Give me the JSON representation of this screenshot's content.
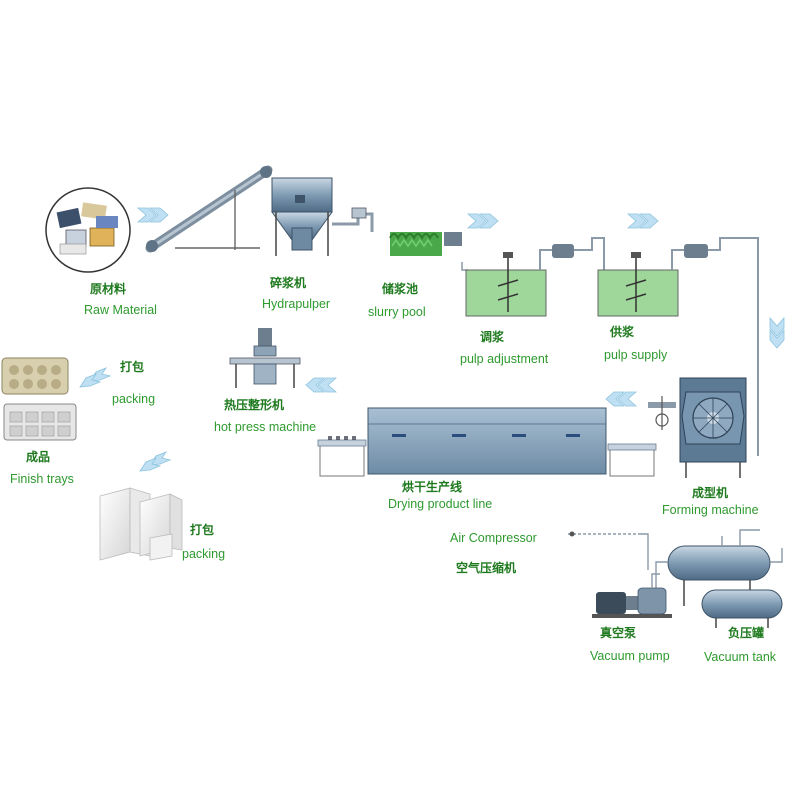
{
  "colors": {
    "label_green": "#2e9a2e",
    "label_dark_green": "#1f7a1f",
    "arrow_blue": "#a9d4ec",
    "machine_blue": "#6f8ea8",
    "water_green": "#8fd08a",
    "pipe_gray": "#8a9aa8"
  },
  "stations": {
    "raw_material": {
      "zh": "原材料",
      "en": "Raw Material"
    },
    "hydrapulper": {
      "zh": "碎浆机",
      "en": "Hydrapulper"
    },
    "slurry_pool": {
      "zh": "储浆池",
      "en": "slurry pool"
    },
    "pulp_adjustment": {
      "zh": "调浆",
      "en": "pulp adjustment"
    },
    "pulp_supply": {
      "zh": "供浆",
      "en": "pulp supply"
    },
    "forming_machine": {
      "zh": "成型机",
      "en": "Forming machine"
    },
    "drying_line": {
      "zh": "烘干生产线",
      "en": "Drying product line"
    },
    "hot_press": {
      "zh": "热压整形机",
      "en": "hot press machine"
    },
    "packing_top": {
      "zh": "打包",
      "en": "packing"
    },
    "finish_trays": {
      "zh": "成品",
      "en": "Finish trays"
    },
    "packing_bottom": {
      "zh": "打包",
      "en": "packing"
    },
    "air_compressor": {
      "zh": "空气压缩机",
      "en": "Air Compressor"
    },
    "vacuum_pump": {
      "zh": "真空泵",
      "en": "Vacuum pump"
    },
    "vacuum_tank": {
      "zh": "负压罐",
      "en": "Vacuum tank"
    }
  },
  "icons": [
    "raw-material-image",
    "conveyor-icon",
    "hydrapulper-icon",
    "slurry-pool-icon",
    "mixing-tank-icon",
    "forming-machine-icon",
    "drying-line-icon",
    "hot-press-icon",
    "egg-tray-stack-icon",
    "packed-boxes-icon",
    "air-compressor-icon",
    "vacuum-pump-icon",
    "vacuum-tank-icon",
    "flow-arrow-icon"
  ]
}
